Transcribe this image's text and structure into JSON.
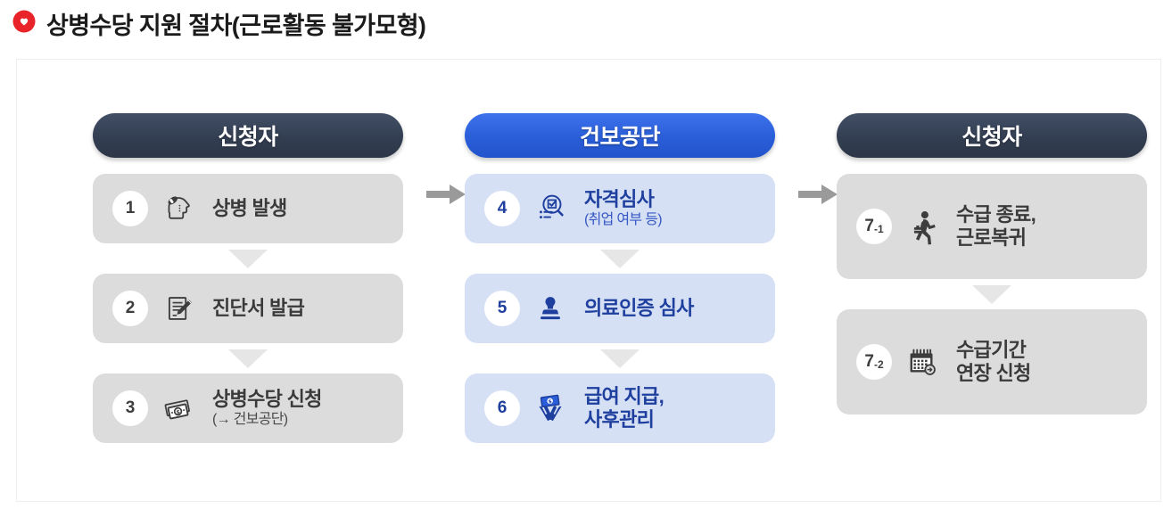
{
  "title": {
    "text": "상병수당 지원 절차(근로활동 불가모형)",
    "icon": "location-pin-icon",
    "icon_color": "#e8242a"
  },
  "colors": {
    "header_dark": "#333e52",
    "header_blue": "#2a5ed8",
    "card_gray": "#dcdcdc",
    "card_blue": "#d6e0f5",
    "text_gray": "#3a3a3a",
    "text_blue": "#1e3f9e",
    "arrow_gray": "#9a9a9a",
    "arrow_light": "#e6e6e6"
  },
  "connectors": {
    "header_arrow_1": "arrow-right-icon",
    "header_arrow_2": "arrow-right-icon",
    "step_arrow": "arrow-down-icon"
  },
  "columns": [
    {
      "id": "applicant-start",
      "header": "신청자",
      "theme": "dark",
      "steps": [
        {
          "num": "1",
          "sub_num": "",
          "label": "상병 발생",
          "sublabel": "",
          "icon": "head-injury-icon"
        },
        {
          "num": "2",
          "sub_num": "",
          "label": "진단서 발급",
          "sublabel": "",
          "icon": "document-pencil-icon"
        },
        {
          "num": "3",
          "sub_num": "",
          "label": "상병수당 신청",
          "sublabel": "(→ 건보공단)",
          "icon": "cash-money-icon"
        }
      ]
    },
    {
      "id": "nhis",
      "header": "건보공단",
      "theme": "blue",
      "steps": [
        {
          "num": "4",
          "sub_num": "",
          "label": "자격심사",
          "sublabel": "(취업 여부 등)",
          "icon": "magnifier-checklist-icon"
        },
        {
          "num": "5",
          "sub_num": "",
          "label": "의료인증 심사",
          "sublabel": "",
          "icon": "stamp-icon"
        },
        {
          "num": "6",
          "sub_num": "",
          "label": "급여 지급,\n사후관리",
          "sublabel": "",
          "icon": "hands-money-icon"
        }
      ]
    },
    {
      "id": "applicant-end",
      "header": "신청자",
      "theme": "dark",
      "steps": [
        {
          "num": "7",
          "sub_num": "-1",
          "label": "수급 종료,\n근로복귀",
          "sublabel": "",
          "icon": "running-worker-icon"
        },
        {
          "num": "7",
          "sub_num": "-2",
          "label": "수급기간\n연장 신청",
          "sublabel": "",
          "icon": "calendar-arrow-icon"
        }
      ]
    }
  ]
}
